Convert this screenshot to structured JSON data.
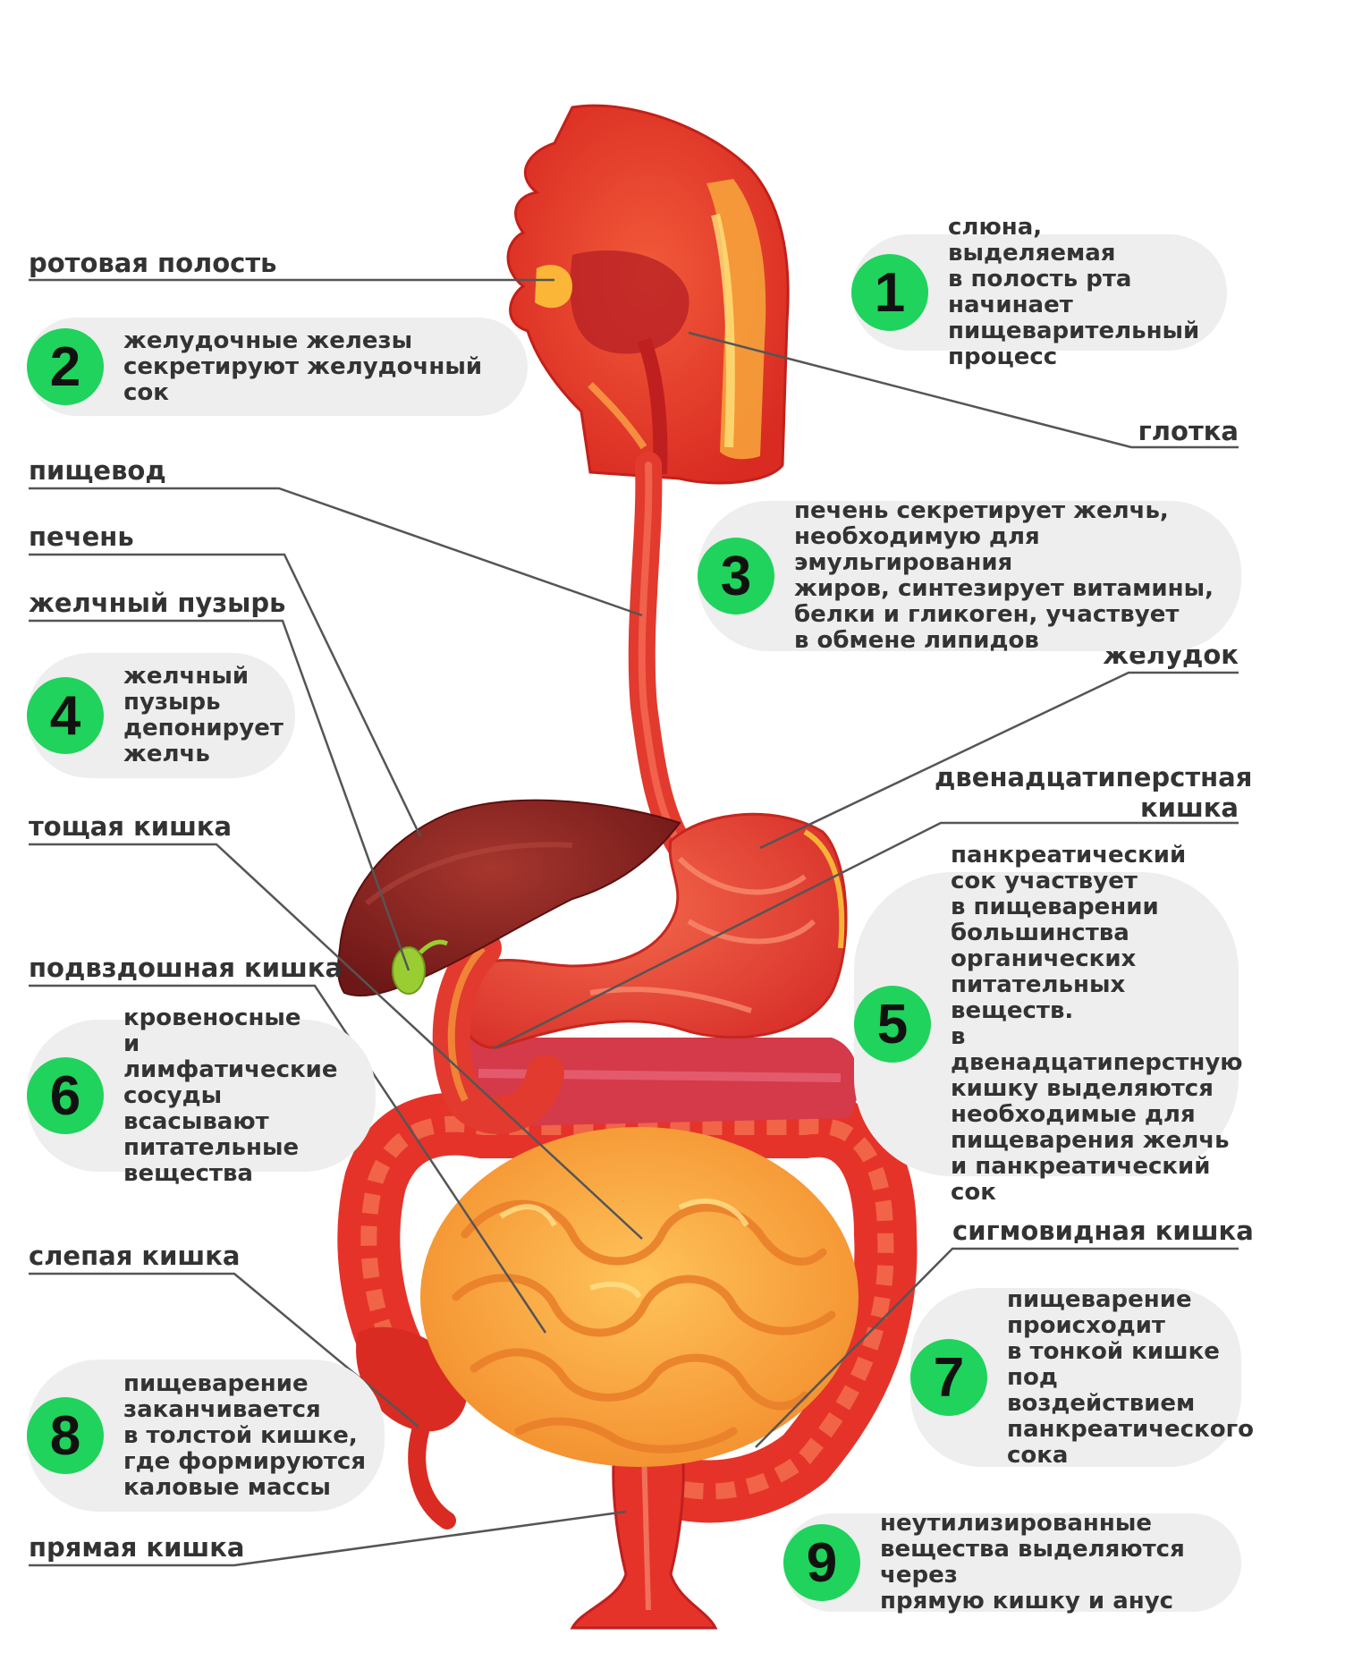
{
  "labels": {
    "mouth": "ротовая полость",
    "pharynx": "глотка",
    "esophagus": "пищевод",
    "liver": "печень",
    "gallbladder": "желчный пузырь",
    "stomach": "желудок",
    "duodenum": "двенадцатиперстная\nкишка",
    "jejunum": "тощая кишка",
    "ileum": "подвздошная кишка",
    "sigmoid": "сигмовидная кишка",
    "cecum": "слепая кишка",
    "rectum": "прямая кишка"
  },
  "notes": [
    {
      "num": "1",
      "text": "слюна, выделяемая\nв полость рта начинает\nпищеварительный\nпроцесс"
    },
    {
      "num": "2",
      "text": "желудочные железы\nсекретируют желудочный сок"
    },
    {
      "num": "3",
      "text": "печень секретирует желчь,\nнеобходимую для эмульгирования\nжиров, синтезирует витамины,\nбелки и гликоген, участвует\nв обмене липидов"
    },
    {
      "num": "4",
      "text": "желчный\nпузырь\nдепонирует\nжелчь"
    },
    {
      "num": "5",
      "text": "панкреатический\nсок участвует\nв пищеварении\nбольшинства\nорганических\nпитательных веществ.\nв двенадцатиперстную\nкишку выделяются\nнеобходимые для\nпищеварения желчь\nи панкреатический сок"
    },
    {
      "num": "6",
      "text": "кровеносные\nи лимфатические\nсосуды всасывают\nпитательные\nвещества"
    },
    {
      "num": "7",
      "text": "пищеварение\nпроисходит\nв тонкой кишке\nпод воздействием\nпанкреатического\nсока"
    },
    {
      "num": "8",
      "text": "пищеварение\nзаканчивается\nв толстой кишке,\nгде формируются\nкаловые массы"
    },
    {
      "num": "9",
      "text": "неутилизированные\nвещества выделяются через\nпрямую кишку и анус"
    }
  ],
  "colors": {
    "badge": "#1fd35c",
    "note_bg": "#eeeeee",
    "text": "#333333",
    "leader": "#555555",
    "tissue": "#e8412b",
    "liver": "#8e2323",
    "small_intestine": "#f8a640",
    "gallbladder": "#9acd32"
  }
}
